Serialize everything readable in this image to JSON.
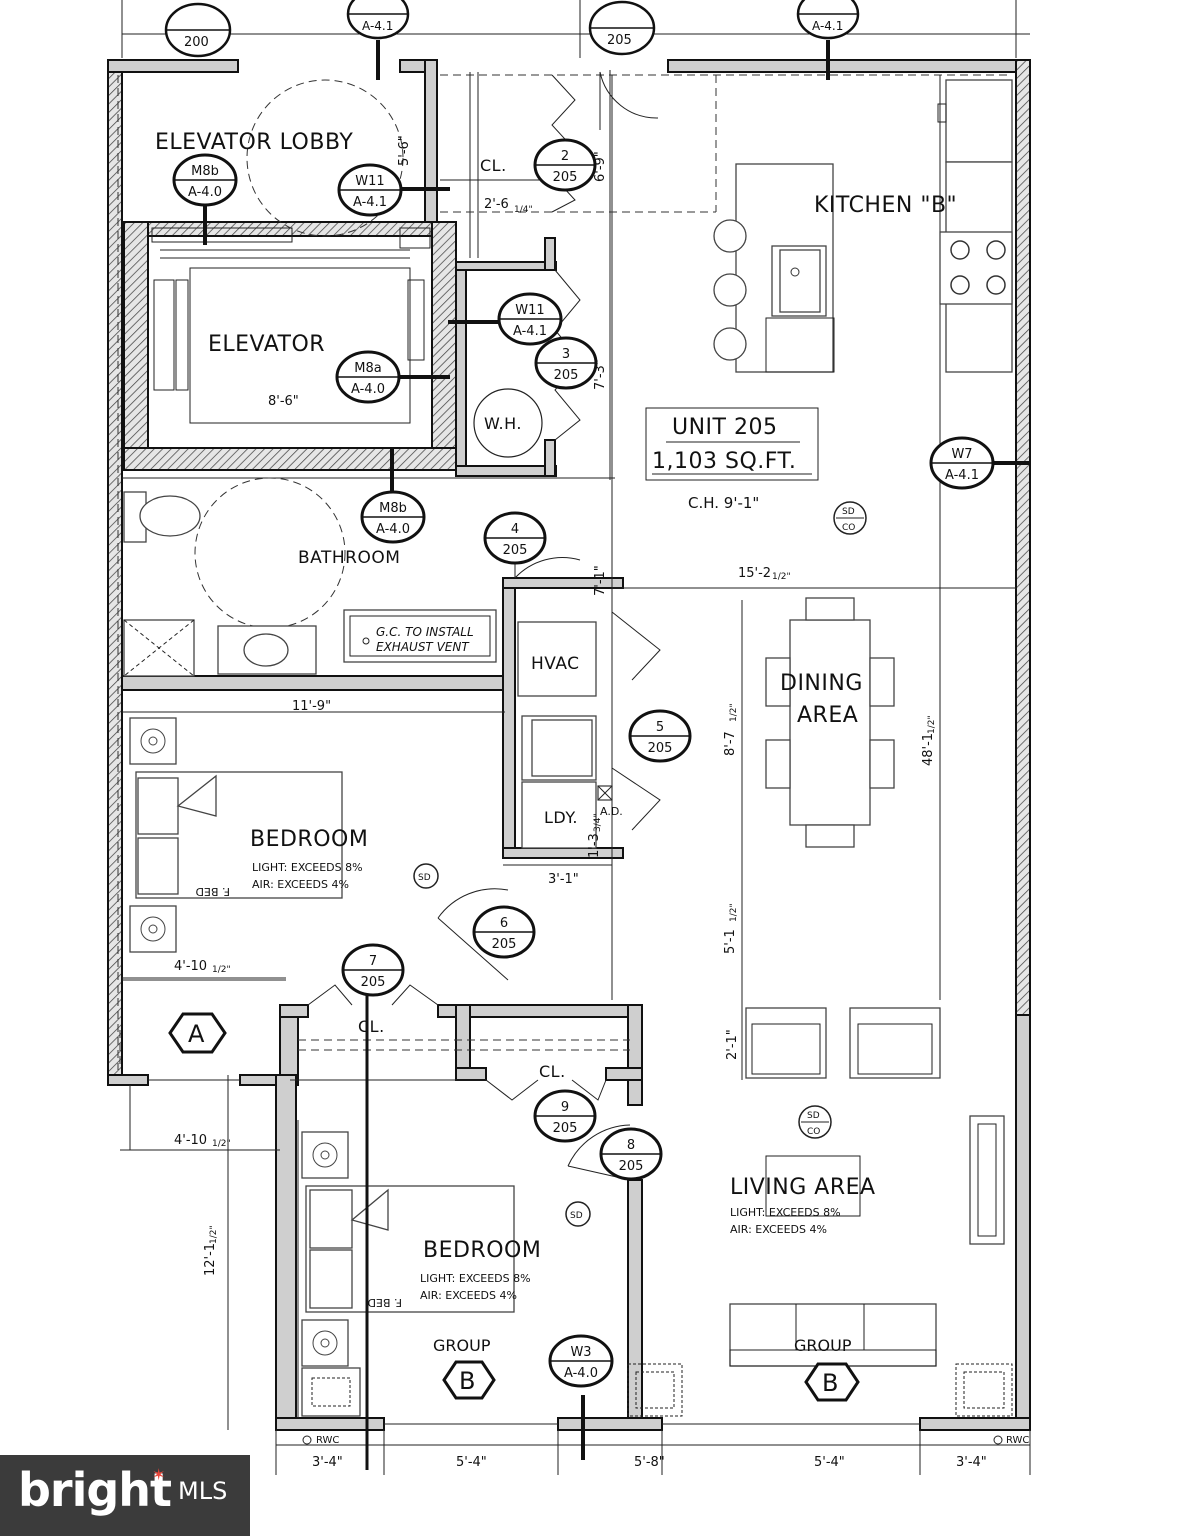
{
  "plan": {
    "unit": {
      "name": "UNIT 205",
      "area": "1,103 SQ.FT.",
      "ceiling": "C.H. 9'-1\""
    },
    "rooms": {
      "elevator_lobby": "ELEVATOR LOBBY",
      "elevator": "ELEVATOR",
      "kitchen": "KITCHEN \"B\"",
      "bathroom": "BATHROOM",
      "dining": [
        "DINING",
        "AREA"
      ],
      "bedroom1": "BEDROOM",
      "bedroom2": "BEDROOM",
      "living": "LIVING AREA",
      "closet_lobby": "CL.",
      "closet_center": "CL.",
      "closet_bedroom": "CL.",
      "hvac": "HVAC",
      "laundry": "LDY.",
      "water_heater": "W.H."
    },
    "notes": {
      "exhaust": [
        "G.C. TO INSTALL",
        "EXHAUST VENT"
      ],
      "bedroom1": [
        "LIGHT: EXCEEDS 8%",
        "AIR: EXCEEDS 4%"
      ],
      "bedroom2": [
        "LIGHT: EXCEEDS 8%",
        "AIR: EXCEEDS 4%"
      ],
      "living": [
        "LIGHT: EXCEEDS 8%",
        "AIR: EXCEEDS 4%"
      ],
      "fbed": "F. BED",
      "ad": "A.D.",
      "sd": "SD",
      "co": "CO",
      "rwc": "RWC",
      "group": "GROUP",
      "group_b": "B",
      "group_a": "A"
    },
    "dims": {
      "lobby_h": "5'-6\"",
      "closet_h": "6'-9\"",
      "closet_w": "2'-6",
      "closet_w_frac": "1/4\"",
      "elevator_w": "8'-6\"",
      "wh_h": "7'-3\"",
      "unit_w": "15'-2",
      "unit_w_frac": "1/2\"",
      "bath_h": "7'-1\"",
      "bath_w": "11'-9\"",
      "dining_h": "8'-7",
      "dining_h_frac": "1/2\"",
      "unit_h": "48'-1",
      "unit_h_frac": "1/2\"",
      "ldy_h": "1'-3",
      "ldy_frac": "3/4\"",
      "ldy_w": "3'-1\"",
      "bed_w": "4'-10",
      "bed_w_frac": "1/2\"",
      "mid_h": "5'-1",
      "mid_h_frac": "1/2\"",
      "cl_h": "2'-1\"",
      "stair_w": "4'-10",
      "stair_w_frac": "1/2\"",
      "bed2_h": "12'-1",
      "bed2_h_frac": "1/2\"",
      "bottom": [
        "3'-4\"",
        "5'-4\"",
        "5'-8\"",
        "5'-4\"",
        "3'-4\""
      ]
    },
    "door_tags": [
      {
        "top": "2",
        "bottom": "205"
      },
      {
        "top": "3",
        "bottom": "205"
      },
      {
        "top": "4",
        "bottom": "205"
      },
      {
        "top": "5",
        "bottom": "205"
      },
      {
        "top": "6",
        "bottom": "205"
      },
      {
        "top": "7",
        "bottom": "205"
      },
      {
        "top": "8",
        "bottom": "205"
      },
      {
        "top": "9",
        "bottom": "205"
      }
    ],
    "section_tags": [
      {
        "top": "M8b",
        "bottom": "A-4.0"
      },
      {
        "top": "W11",
        "bottom": "A-4.1"
      },
      {
        "top": "W11",
        "bottom": "A-4.1"
      },
      {
        "top": "M8a",
        "bottom": "A-4.0"
      },
      {
        "top": "M8b",
        "bottom": "A-4.0"
      },
      {
        "top": "W7",
        "bottom": "A-4.1"
      },
      {
        "top": "W3",
        "bottom": "A-4.0"
      }
    ],
    "top_edge_tags": [
      "200",
      "A-4.1",
      "205",
      "A-4.1"
    ]
  },
  "watermark": {
    "brand": "bright",
    "suffix": "MLS"
  }
}
